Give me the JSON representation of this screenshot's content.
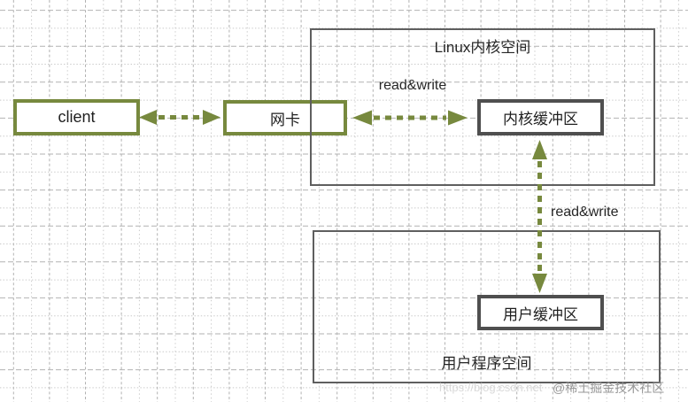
{
  "diagram": {
    "containers": {
      "kernel_space": {
        "label": "Linux内核空间"
      },
      "user_space": {
        "label": "用户程序空间"
      }
    },
    "nodes": {
      "client": {
        "label": "client"
      },
      "nic": {
        "label": "网卡"
      },
      "kernel_buffer": {
        "label": "内核缓冲区"
      },
      "user_buffer": {
        "label": "用户缓冲区"
      }
    },
    "edges": {
      "client_to_nic": {
        "label": ""
      },
      "nic_to_kernel_buffer": {
        "label": "read&write"
      },
      "kernel_buffer_to_user_buffer": {
        "label": "read&write"
      }
    },
    "colors": {
      "accent_green": "#77893e",
      "node_border_dark": "#4f4f4f",
      "container_border": "#5f5f5f",
      "grid_strong": "#b2b2b2",
      "grid_weak": "#c9c9c9",
      "text": "#262626",
      "watermark_url": "#d9d9d9",
      "watermark_site": "#8f8f8f"
    }
  },
  "watermarks": {
    "url": "https://blog.csdn.net",
    "site": "@稀土掘金技术社区"
  }
}
